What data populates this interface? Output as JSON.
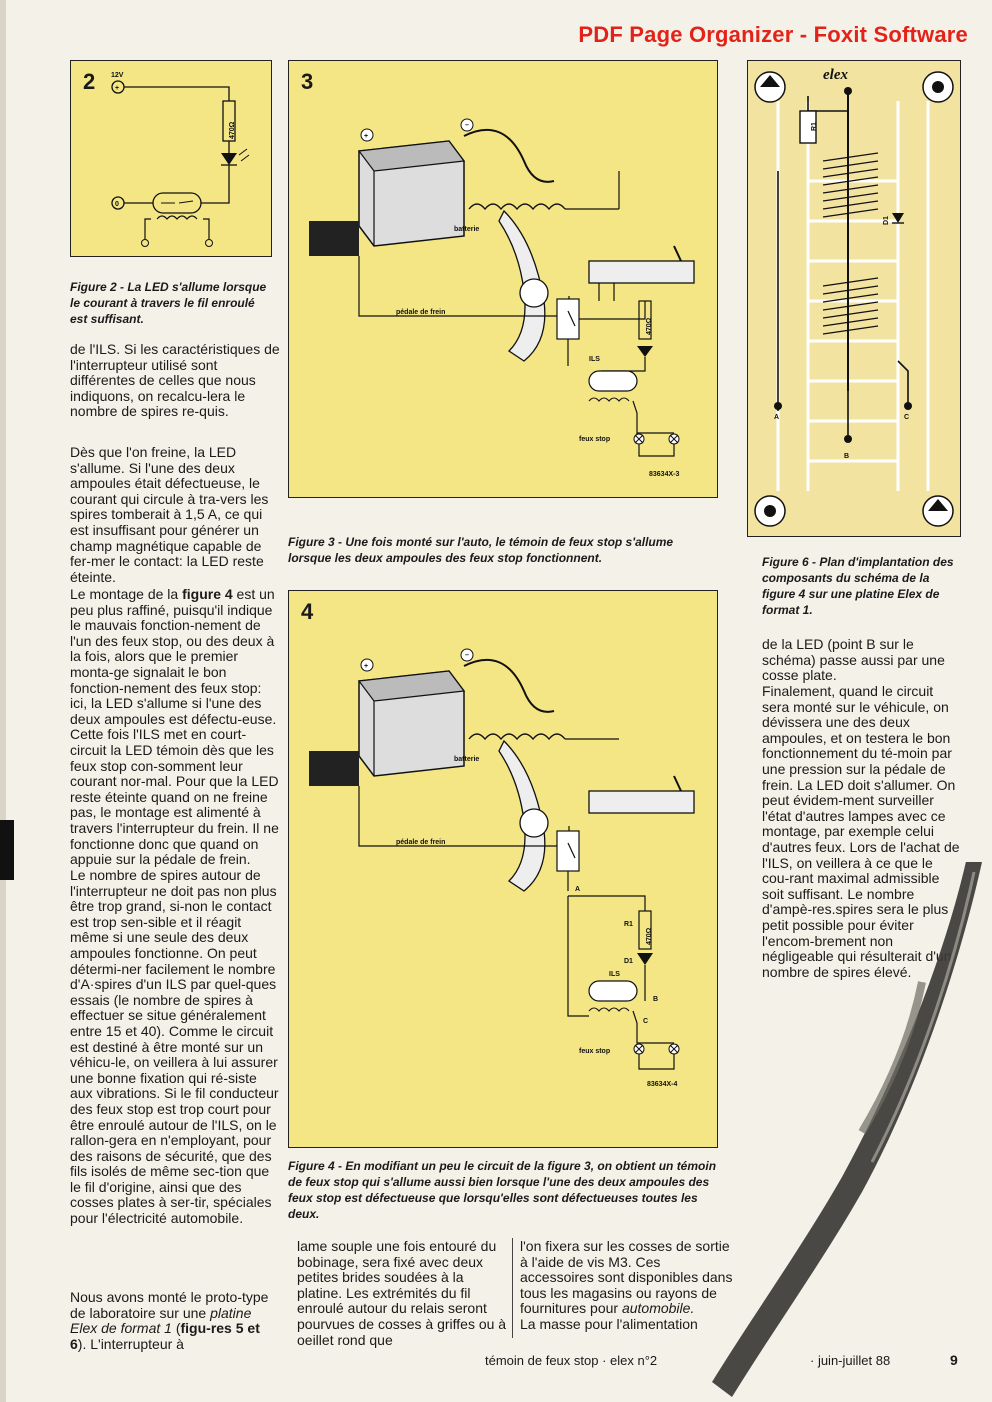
{
  "watermark": "PDF Page Organizer - Foxit Software",
  "fig2": {
    "number": "2",
    "voltage": "12V",
    "resistor": "470Ω",
    "zero": "0",
    "caption": "Figure 2 - La LED s'allume lorsque le courant à travers le fil enroulé est suffisant."
  },
  "fig3": {
    "number": "3",
    "battery": "batterie",
    "pedal": "pédale de frein",
    "resistor": "470Ω",
    "ils": "ILS",
    "lamps": "feux stop",
    "ref": "83634X-3",
    "caption": "Figure 3 - Une fois monté sur l'auto, le témoin de feux stop s'allume lorsque les deux ampoules des feux stop fonctionnent."
  },
  "fig4": {
    "number": "4",
    "battery": "batterie",
    "pedal": "pédale de frein",
    "r1": "R1",
    "resistor": "470Ω",
    "d1": "D1",
    "ils": "ILS",
    "pa": "A",
    "pb": "B",
    "pc": "C",
    "lamps": "feux stop",
    "ref": "83634X-4",
    "caption": "Figure 4 - En modifiant un peu le circuit de la figure 3, on obtient un témoin de feux stop qui s'allume aussi bien lorsque l'une des deux ampoules des feux stop est défectueuse que lorsqu'elles sont défectueuses toutes les deux."
  },
  "fig6": {
    "brand": "elex",
    "r1": "R1",
    "d1": "D1",
    "pa": "A",
    "pb": "B",
    "pc": "C",
    "caption": "Figure 6 - Plan d'implantation des composants du schéma de la figure 4 sur une platine Elex de format 1."
  },
  "col1": {
    "p1": "de l'ILS. Si les caractéristiques de l'interrupteur utilisé sont différentes de celles que nous indiquons, on recalcu-lera le nombre de spires re-quis.",
    "p2a": "Dès que l'on freine, la LED s'allume. Si l'une des deux ampoules était défectueuse, le courant qui circule à tra-vers les spires tomberait à 1,5 A, ce qui est insuffisant pour générer un champ magnétique capable de fer-mer le contact: la LED reste éteinte.",
    "p3_prefix": "Le montage de la ",
    "p3_bold": "figure 4",
    "p3_rest": " est un peu plus raffiné, puisqu'il indique le mauvais fonction-nement de l'un des feux stop, ou des deux à la fois, alors que le premier monta-ge signalait le bon fonction-nement des feux stop: ici, la LED s'allume si l'une des deux ampoules est défectu-euse. Cette fois l'ILS met en court-circuit la LED témoin dès que les feux stop con-somment leur courant nor-mal. Pour que la LED reste éteinte quand on ne freine pas, le montage est alimenté à travers l'interrupteur du frein. Il ne fonctionne donc que quand on appuie sur la pédale de frein.",
    "p4": "Le nombre de spires autour de l'interrupteur ne doit pas non plus être trop grand, si-non le contact est trop sen-sible et il réagit même si une seule des deux ampoules fonctionne. On peut détermi-ner facilement le nombre d'A·spires d'un ILS par quel-ques essais (le nombre de spires à effectuer se situe généralement entre 15 et 40). Comme le circuit est destiné à être monté sur un véhicu-le, on veillera à lui assurer une bonne fixation qui ré-siste aux vibrations. Si le fil conducteur des feux stop est trop court pour être enroulé autour de l'ILS, on le rallon-gera en n'employant, pour des raisons de sécurité, que des fils isolés de même sec-tion que le fil d'origine, ainsi que des cosses plates à ser-tir, spéciales pour l'électricité automobile.",
    "p5_prefix": "Nous avons monté le proto-type de laboratoire sur une ",
    "p5_italic": "platine Elex de format 1",
    "p5_mid": " (",
    "p5_bold": "figu-res 5 et 6",
    "p5_rest": "). L'interrupteur à"
  },
  "col2": {
    "text": "lame souple une fois entouré du bobinage, sera fixé avec deux petites brides soudées à la platine. Les extrémités du fil enroulé autour du relais seront pourvues de cosses à griffes ou à oeillet rond que"
  },
  "col3": {
    "text_prefix": "l'on fixera sur les cosses de sortie à l'aide de vis M3. Ces accessoires sont disponibles dans tous les magasins ou rayons de fournitures pour ",
    "text_italic": "automobile.",
    "text2": "La masse pour l'alimentation"
  },
  "col4": {
    "text": "de la LED (point B sur le schéma) passe aussi par une cosse plate.",
    "text2": "Finalement, quand le circuit sera monté sur le véhicule, on dévissera une des deux ampoules, et on testera le bon fonctionnement du té-moin par une pression sur la pédale de frein. La LED doit s'allumer. On peut évidem-ment surveiller l'état d'autres lampes avec ce montage, par exemple celui d'autres feux. Lors de l'achat de l'ILS, on veillera à ce que le cou-rant maximal admissible soit suffisant. Le nombre d'ampè-res.spires sera le plus petit possible pour éviter l'encom-brement non négligeable qui résulterait d'un nombre de spires élevé."
  },
  "footer": {
    "left": "témoin de feux stop · elex n°2",
    "right": "· juin-juillet 88",
    "page": "9"
  },
  "colors": {
    "watermark": "#e2231a",
    "figure_bg": "#f4e585",
    "pcb_bg": "#f3e3a0"
  }
}
